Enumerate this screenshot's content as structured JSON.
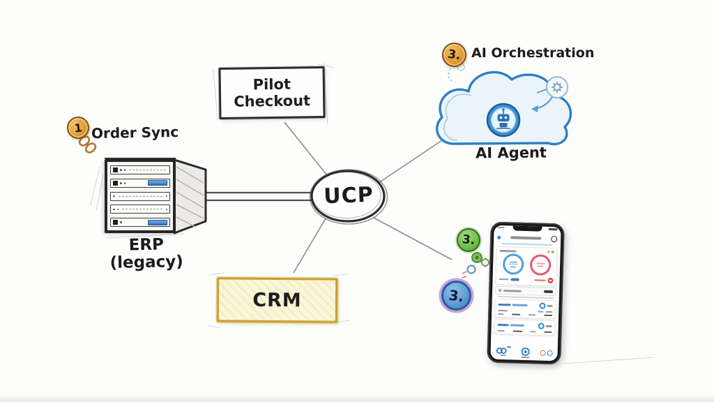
{
  "diagram": {
    "center": {
      "label": "UCP"
    },
    "pilot": {
      "line1": "Pilot",
      "line2": "Checkout"
    },
    "crm": {
      "label": "CRM"
    },
    "erp": {
      "line1": "ERP",
      "line2": "(legacy)"
    },
    "order_sync": {
      "badge": "1",
      "label": "Order Sync"
    },
    "ai": {
      "badge": "3.",
      "title": "AI Orchestration",
      "caption": "AI Agent"
    },
    "mobile": {
      "badge_green": "3.",
      "badge_blue": "3."
    }
  },
  "icons": {
    "order_sync_badge": "coin-icon",
    "order_sync_link": "chain-link-icon",
    "ai_cloud": "cloud-icon",
    "ai_robot": "robot-agent-icon",
    "ai_gear": "gear-icon",
    "mobile_device": "smartphone-icon"
  },
  "colors": {
    "connector": "#8d8d8d",
    "ink": "#2e2e2e",
    "coin": "#dd9a34",
    "green_badge": "#6cbb45",
    "blue_badge": "#5b9bd5",
    "purple_halo": "#c39bd8",
    "cloud_stroke": "#2e7fc1",
    "cloud_fill": "#ecf4fb",
    "crm_border": "#c9a227",
    "crm_fill": "#fbf7dc",
    "phone_accent_blue": "#2f86d8",
    "phone_accent_red": "#e2596c"
  }
}
